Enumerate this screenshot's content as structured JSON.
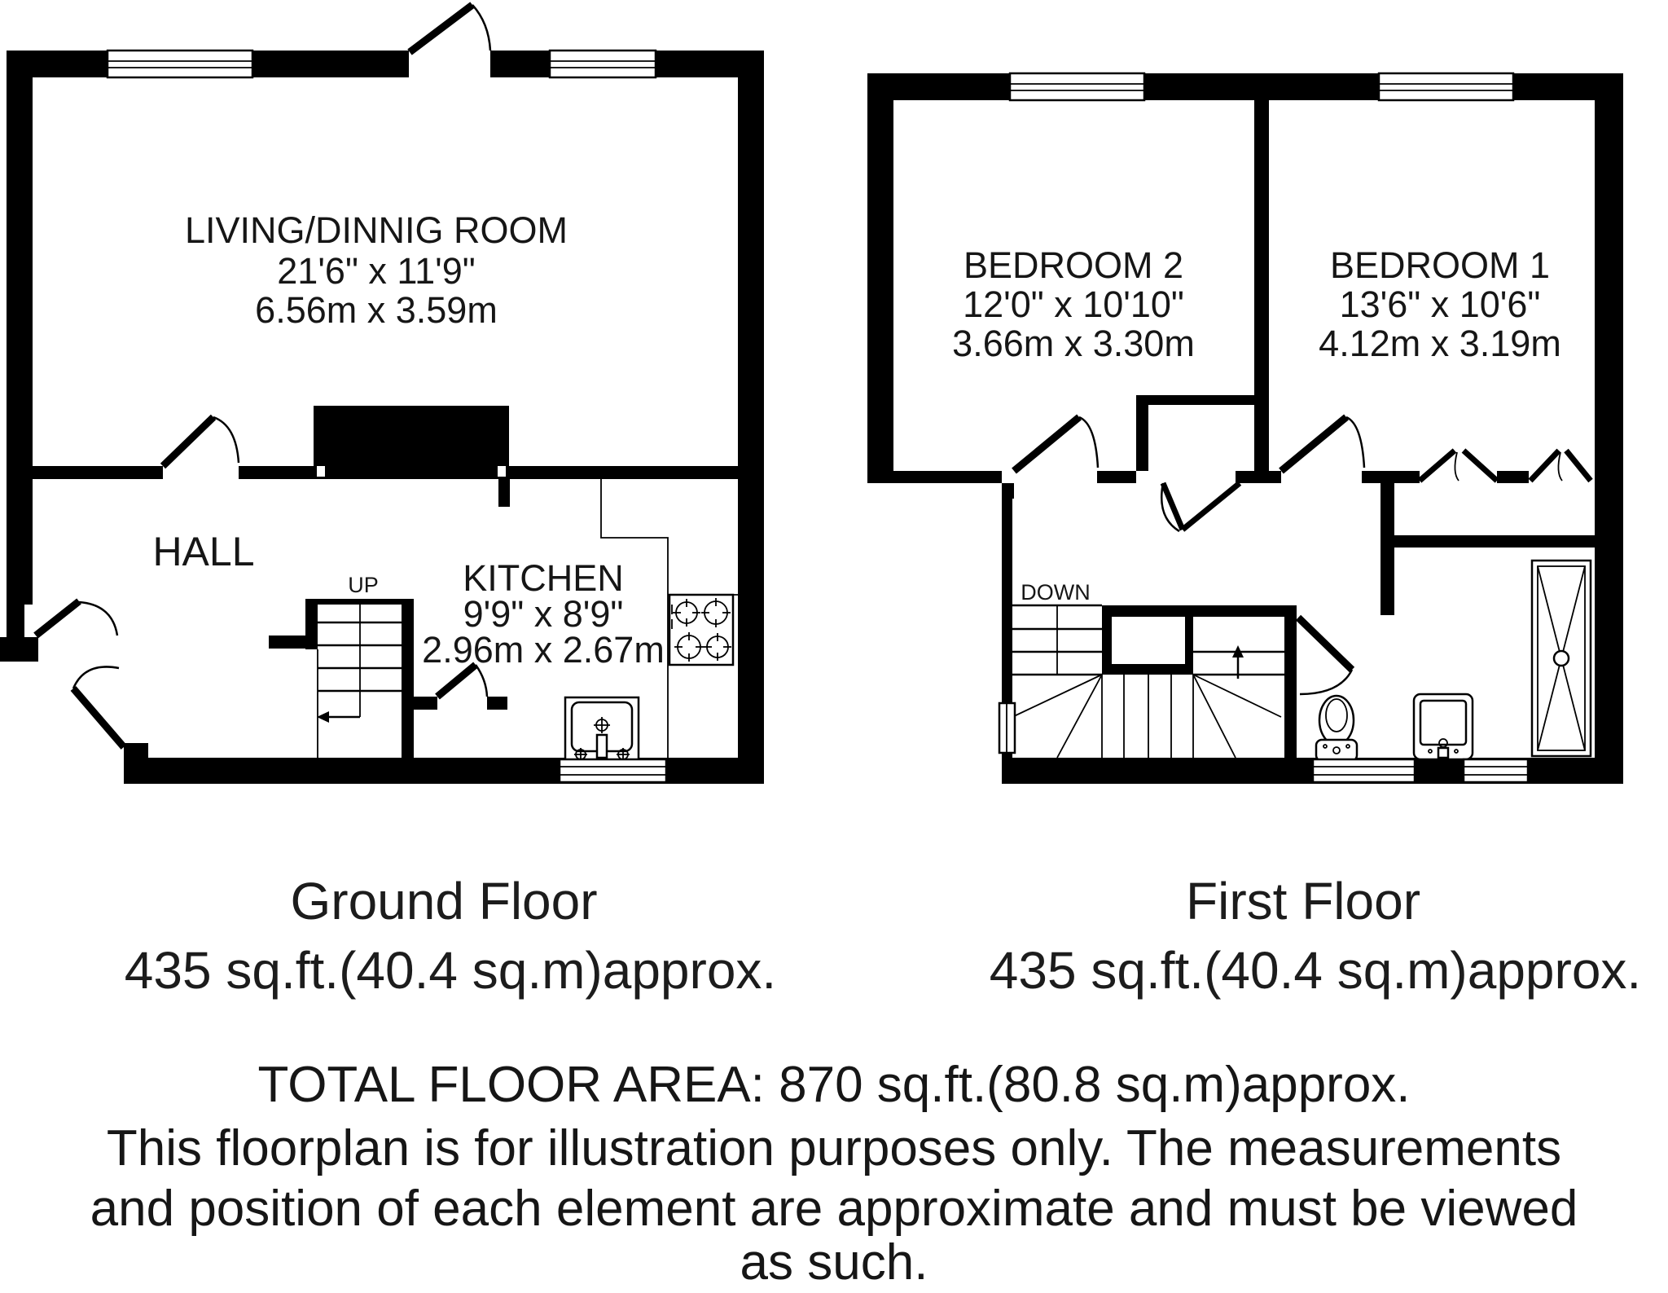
{
  "colors": {
    "wall": "#000000",
    "background": "#ffffff",
    "line": "#000000"
  },
  "ground_floor": {
    "title": "Ground Floor",
    "area": "435 sq.ft.(40.4 sq.m)approx.",
    "stair_label": "UP",
    "rooms": {
      "living": {
        "name": "LIVING/DINNIG ROOM",
        "imperial": "21'6\" x 11'9\"",
        "metric": "6.56m x 3.59m"
      },
      "hall": {
        "name": "HALL"
      },
      "kitchen": {
        "name": "KITCHEN",
        "imperial": "9'9\" x 8'9\"",
        "metric": "2.96m x 2.67m"
      }
    },
    "fixtures": [
      "fireplace",
      "staircase-up",
      "stove-icon",
      "kitchen-sink-icon",
      "window",
      "door-swing"
    ]
  },
  "first_floor": {
    "title": "First Floor",
    "area": "435 sq.ft.(40.4 sq.m)approx.",
    "stair_label": "DOWN",
    "rooms": {
      "bedroom2": {
        "name": "BEDROOM 2",
        "imperial": "12'0\" x 10'10\"",
        "metric": "3.66m x 3.30m"
      },
      "bedroom1": {
        "name": "BEDROOM 1",
        "imperial": "13'6\" x 10'6\"",
        "metric": "4.12m x 3.19m"
      }
    },
    "fixtures": [
      "staircase-down",
      "toilet-icon",
      "bathroom-sink-icon",
      "shower-icon",
      "bifold-door",
      "window",
      "door-swing"
    ]
  },
  "footer": {
    "total": "TOTAL FLOOR AREA: 870 sq.ft.(80.8 sq.m)approx.",
    "disclaimer": [
      "This floorplan is for illustration purposes only. The measurements",
      "and position of each element are approximate and must be viewed",
      "as such."
    ]
  }
}
